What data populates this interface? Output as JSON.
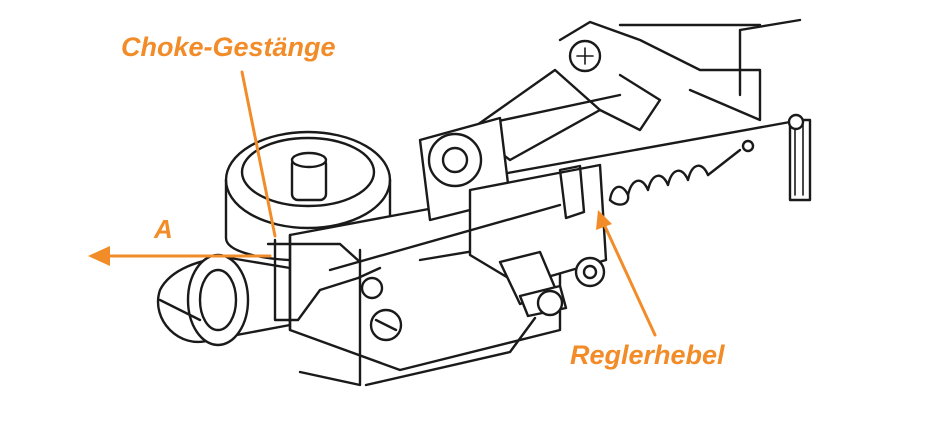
{
  "labels": {
    "choke_linkage": "Choke-Gestänge",
    "direction": "A",
    "governor_lever": "Reglerhebel"
  },
  "colors": {
    "accent": "#F28C28",
    "ink": "#1a1a1a",
    "background": "#ffffff"
  }
}
